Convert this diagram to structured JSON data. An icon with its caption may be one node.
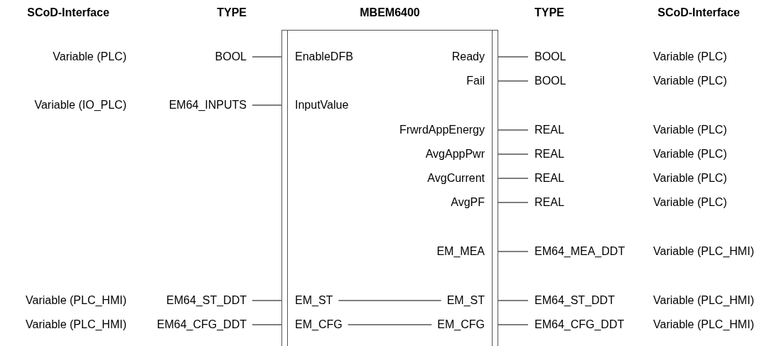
{
  "diagram": {
    "nodes": [
      {
        "text": [
          "MBEM6400"
        ]
      },
      {
        "text": [
          "EnableDFB"
        ],
        "in": 0
      },
      {
        "text": [
          "InputValue"
        ],
        "in": 0
      },
      {
        "text": [
          "EM_ST"
        ],
        "in": 0
      },
      {
        "text": [
          "EM_CFG"
        ],
        "in": 0
      },
      {
        "text": [
          "Ready"
        ],
        "in": 0
      },
      {
        "text": [
          "Fail"
        ],
        "in": 0
      },
      {
        "text": [
          "FrwrdAppEnergy"
        ],
        "in": 0
      },
      {
        "text": [
          "AvgAppPwr"
        ],
        "in": 0
      },
      {
        "text": [
          "AvgCurrent"
        ],
        "in": 0
      },
      {
        "text": [
          "AvgPF"
        ],
        "in": 0
      },
      {
        "text": [
          "EM_MEA"
        ],
        "in": 0
      },
      {
        "text": [
          "EM_ST"
        ],
        "in": 0
      },
      {
        "text": [
          "EM_CFG"
        ],
        "in": 0
      },
      {
        "text": [
          "BOOL"
        ]
      },
      {
        "text": [
          "EM64_INPUTS"
        ]
      },
      {
        "text": [
          "EM64_ST_DDT"
        ]
      },
      {
        "text": [
          "EM64_CFG_DDT"
        ]
      },
      {
        "text": [
          "BOOL"
        ]
      },
      {
        "text": [
          "BOOL"
        ]
      },
      {
        "text": [
          "REAL"
        ]
      },
      {
        "text": [
          "REAL"
        ]
      },
      {
        "text": [
          "REAL"
        ]
      },
      {
        "text": [
          "REAL"
        ]
      },
      {
        "text": [
          "EM64_MEA_DDT"
        ]
      },
      {
        "text": [
          "EM64_ST_DDT"
        ]
      },
      {
        "text": [
          "EM64_CFG_DDT"
        ]
      }
    ],
    "edges": [
      {
        "from": 14,
        "to": 1,
        "arrow": "none"
      },
      {
        "from": 15,
        "to": 2,
        "arrow": "none"
      },
      {
        "from": 16,
        "to": 3,
        "arrow": "none"
      },
      {
        "from": 17,
        "to": 4,
        "arrow": "none"
      },
      {
        "from": 3,
        "to": 12,
        "arrow": "none"
      },
      {
        "from": 4,
        "to": 13,
        "arrow": "none"
      },
      {
        "from": 5,
        "to": 18,
        "arrow": "none"
      },
      {
        "from": 6,
        "to": 19,
        "arrow": "none"
      },
      {
        "from": 7,
        "to": 20,
        "arrow": "none"
      },
      {
        "from": 8,
        "to": 21,
        "arrow": "none"
      },
      {
        "from": 9,
        "to": 22,
        "arrow": "none"
      },
      {
        "from": 10,
        "to": 23,
        "arrow": "none"
      },
      {
        "from": 11,
        "to": 24,
        "arrow": "none"
      },
      {
        "from": 12,
        "to": 25,
        "arrow": "none"
      },
      {
        "from": 13,
        "to": 26,
        "arrow": "none"
      }
    ],
    "labels": [
      "SCoD-Interface",
      "TYPE",
      "TYPE",
      "SCoD-Interface",
      "Variable (PLC)",
      "Variable (PLC)",
      "Variable (PLC)",
      "Variable (IO_PLC)",
      "Variable (PLC)",
      "Variable (PLC)",
      "Variable (PLC)",
      "Variable (PLC)",
      "Variable (PLC_HMI)",
      "Variable (PLC_HMI)",
      "Variable (PLC_HMI)",
      "Variable (PLC_HMI)",
      "Variable (PLC_HMI)"
    ]
  }
}
